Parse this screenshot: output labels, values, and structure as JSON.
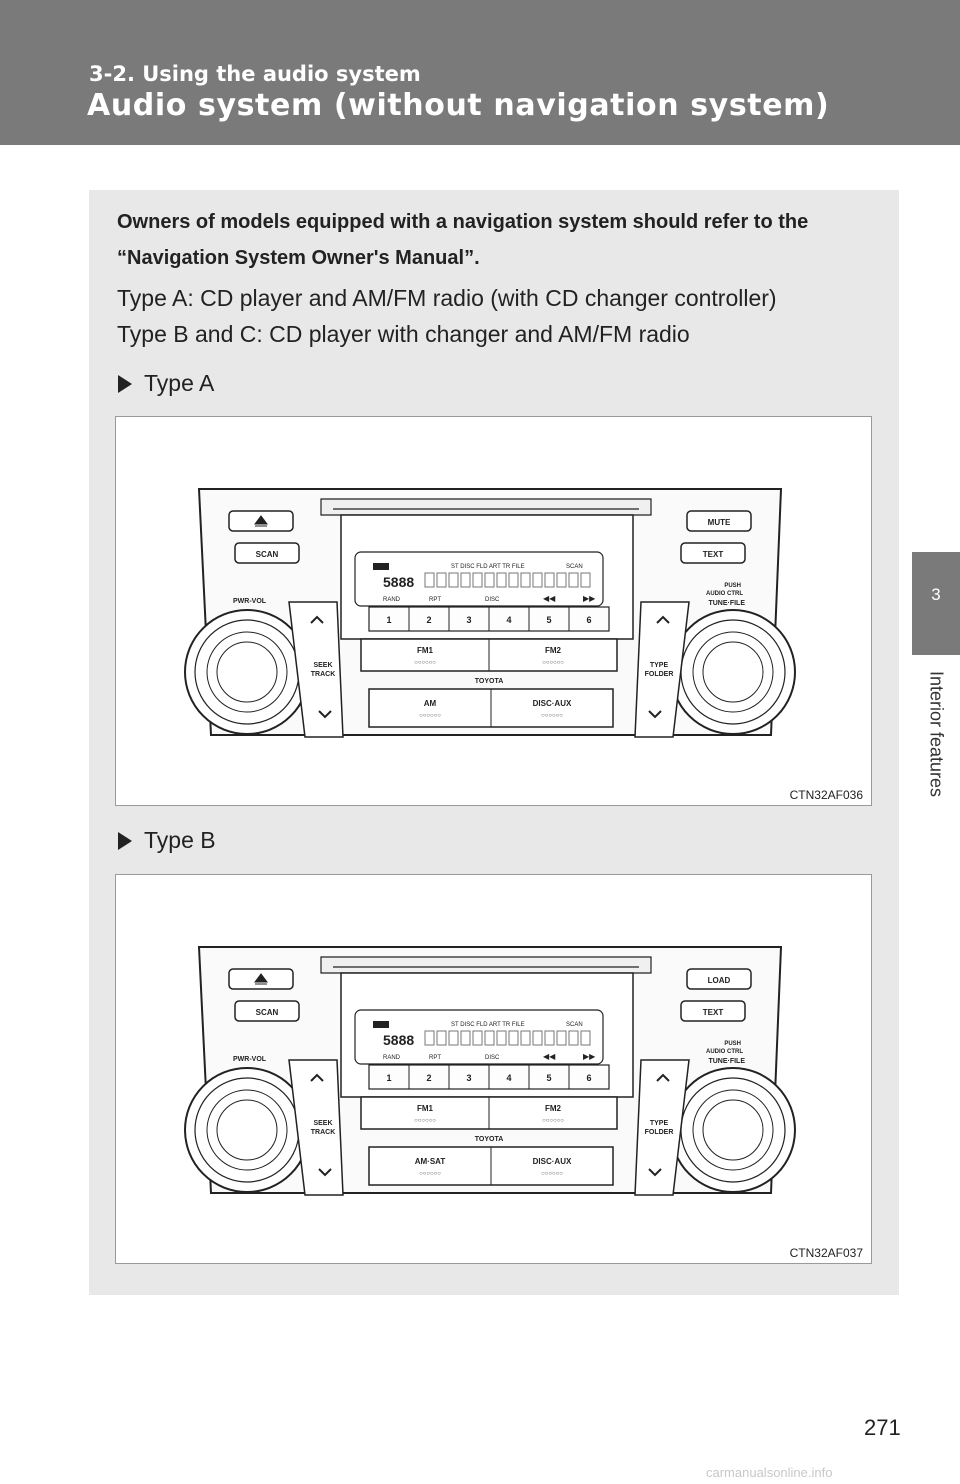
{
  "header": {
    "section": "3-2. Using the audio system",
    "title": "Audio system (without navigation system)"
  },
  "side_tab": {
    "chapter_number": "3",
    "chapter_name": "Interior features"
  },
  "panel": {
    "lead": "Owners of models equipped with a navigation system should refer to the “Navigation System Owner's Manual”.",
    "type_a_desc": "Type A: CD player and AM/FM radio (with CD changer controller)",
    "type_bc_desc": "Type B and C: CD player with changer and AM/FM radio"
  },
  "figures": [
    {
      "label": "Type A",
      "code": "CTN32AF036",
      "top_right_button": "MUTE",
      "text_button": "TEXT",
      "scan_button": "SCAN",
      "left_knob_label": "PWR-VOL",
      "right_knob_label_push": "PUSH",
      "right_knob_label_audio": "AUDIO CTRL",
      "right_knob_label_tune": "TUNE·FILE",
      "seek_label_1": "SEEK",
      "seek_label_2": "TRACK",
      "type_label_1": "TYPE",
      "type_label_2": "FOLDER",
      "presets": [
        "1",
        "2",
        "3",
        "4",
        "5",
        "6"
      ],
      "fm1": "FM1",
      "fm2": "FM2",
      "brand": "TOYOTA",
      "lower_left": "AM",
      "lower_right": "DISC·AUX",
      "display_top": "ST   DISC   FLD  ART  TR  FILE",
      "display_scan": "SCAN",
      "display_rand": "RAND",
      "display_rpt": "RPT",
      "display_disc": "DISC"
    },
    {
      "label": "Type B",
      "code": "CTN32AF037",
      "top_right_button": "LOAD",
      "text_button": "TEXT",
      "scan_button": "SCAN",
      "left_knob_label": "PWR-VOL",
      "right_knob_label_push": "PUSH",
      "right_knob_label_audio": "AUDIO CTRL",
      "right_knob_label_tune": "TUNE·FILE",
      "seek_label_1": "SEEK",
      "seek_label_2": "TRACK",
      "type_label_1": "TYPE",
      "type_label_2": "FOLDER",
      "presets": [
        "1",
        "2",
        "3",
        "4",
        "5",
        "6"
      ],
      "fm1": "FM1",
      "fm2": "FM2",
      "brand": "TOYOTA",
      "lower_left": "AM·SAT",
      "lower_right": "DISC·AUX",
      "display_top": "ST   DISC   FLD  ART  TR  FILE",
      "display_scan": "SCAN",
      "display_rand": "RAND",
      "display_rpt": "RPT",
      "display_disc": "DISC"
    }
  ],
  "page_number": "271",
  "watermark": "carmanualsonline.info"
}
